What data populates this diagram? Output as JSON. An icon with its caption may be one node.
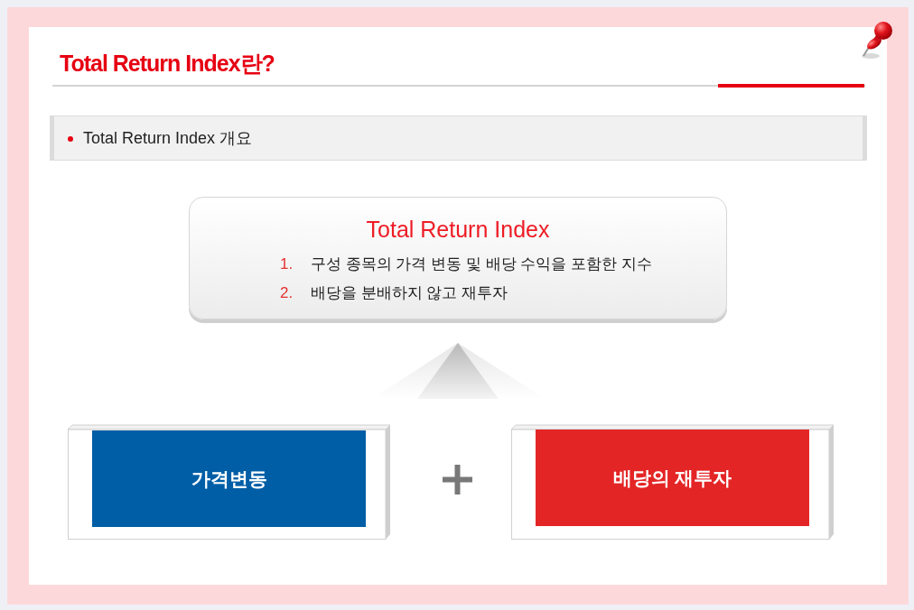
{
  "diagram": {
    "title": "Total Return Index란?",
    "nodes": [
      {
        "text": [
          "Total Return Index 개요"
        ]
      },
      {
        "text": [
          "Total Return Index",
          "1.",
          "구성 종목의 가격 변동 및 배당 수익을 포함한 지수",
          "2.",
          "배당을 분배하지 않고 재투자"
        ]
      },
      {
        "text": [
          "가격변동"
        ]
      },
      {
        "text": [
          "배당의 재투자"
        ]
      }
    ]
  }
}
